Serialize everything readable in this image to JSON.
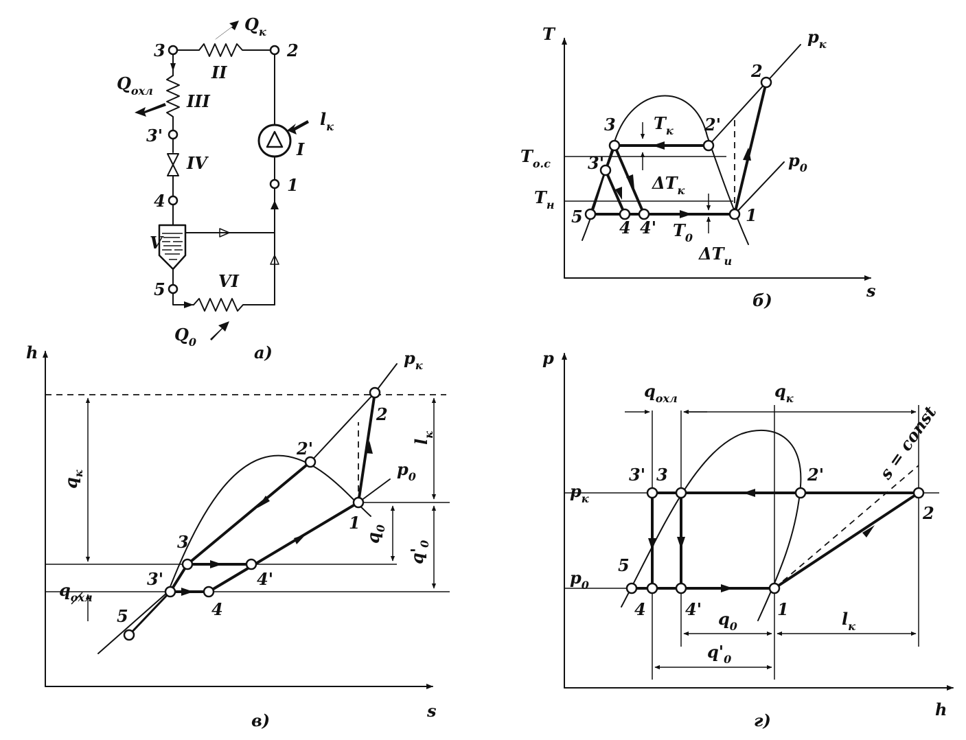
{
  "panels": {
    "a": {
      "caption": "а)",
      "points": [
        "3",
        "2",
        "3'",
        "4",
        "5",
        "1"
      ],
      "components": [
        "I",
        "II",
        "III",
        "IV",
        "V",
        "VI"
      ],
      "heat": {
        "Qk": "Q",
        "Qk_sub": "к",
        "Qohl": "Q",
        "Qohl_sub": "охл",
        "Q0": "Q",
        "Q0_sub": "0",
        "lk": "l",
        "lk_sub": "к"
      }
    },
    "b": {
      "caption": "б)",
      "axis_y": "T",
      "axis_x": "s",
      "points": [
        "2",
        "2'",
        "3",
        "3'",
        "5",
        "4",
        "4'",
        "1"
      ],
      "labels": {
        "pk": "p",
        "pk_sub": "к",
        "p0": "p",
        "p0_sub": "0",
        "Tk": "T",
        "Tk_sub": "к",
        "Toc": "T",
        "Toc_sub": "о.с",
        "dTk": "ΔT",
        "dTk_sub": "к",
        "Tn": "T",
        "Tn_sub": "н",
        "T0": "T",
        "T0_sub": "0",
        "dTi": "ΔT",
        "dTi_sub": "и"
      }
    },
    "v": {
      "caption": "в)",
      "axis_y": "h",
      "axis_x": "s",
      "points": [
        "2",
        "2'",
        "1",
        "3",
        "4'",
        "3'",
        "4",
        "5"
      ],
      "labels": {
        "pk": "p",
        "pk_sub": "к",
        "p0": "p",
        "p0_sub": "0",
        "qk": "q",
        "qk_sub": "к",
        "lk": "l",
        "lk_sub": "к",
        "q0": "q",
        "q0_sub": "0",
        "q0p": "q'",
        "q0p_sub": "0",
        "qohl": "q",
        "qohl_sub": "охл"
      }
    },
    "g": {
      "caption": "г)",
      "axis_y": "p",
      "axis_x": "h",
      "points": [
        "3'",
        "3",
        "2'",
        "2",
        "5",
        "4",
        "4'",
        "1"
      ],
      "labels": {
        "pk": "p",
        "pk_sub": "к",
        "p0": "p",
        "p0_sub": "0",
        "qohl": "q",
        "qohl_sub": "охл",
        "qk": "q",
        "qk_sub": "к",
        "sconst": "s = const",
        "q0": "q",
        "q0_sub": "0",
        "q0p": "q'",
        "q0p_sub": "0",
        "lk": "l",
        "lk_sub": "к"
      }
    }
  }
}
